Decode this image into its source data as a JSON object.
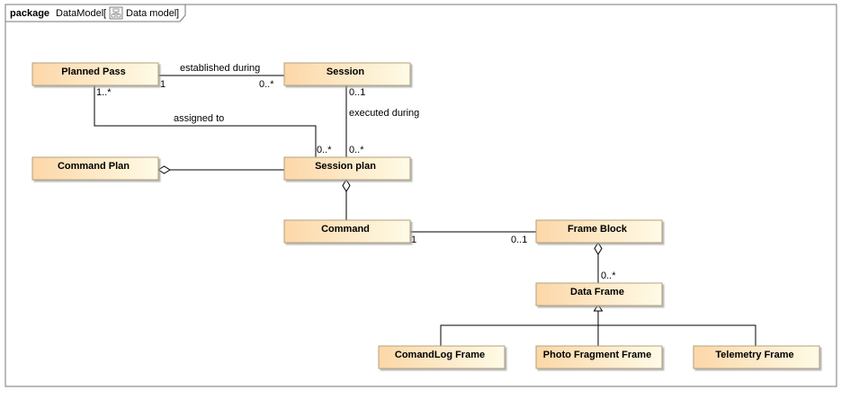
{
  "frame": {
    "keyword": "package",
    "name": "DataModel",
    "bracket_open": "[",
    "diagram_name": "Data model",
    "bracket_close": "]",
    "icon": "diagram-icon"
  },
  "classes": {
    "planned_pass": "Planned Pass",
    "session": "Session",
    "command_plan": "Command Plan",
    "session_plan": "Session plan",
    "command": "Command",
    "frame_block": "Frame Block",
    "data_frame": "Data Frame",
    "comandlog_frame": "ComandLog Frame",
    "photo_fragment_frame": "Photo Fragment Frame",
    "telemetry_frame": "Telemetry Frame"
  },
  "associations": {
    "established_during": {
      "label": "established during",
      "mult_planned_pass": "1",
      "mult_session": "0..*"
    },
    "assigned_to": {
      "label": "assigned to",
      "mult_planned_pass": "1..*",
      "mult_session_plan": "0..*"
    },
    "executed_during": {
      "label": "executed during",
      "mult_session": "0..1",
      "mult_session_plan": "0..*"
    },
    "command_frame_block": {
      "mult_command": "1",
      "mult_frame_block": "0..1"
    },
    "frame_block_data_frame": {
      "mult_data_frame": "0..*"
    }
  },
  "colors": {
    "class_fill_start": "#fcd7a8",
    "class_fill_end": "#fefbe6",
    "class_border": "#b3a27c",
    "frame_border": "#777777"
  }
}
